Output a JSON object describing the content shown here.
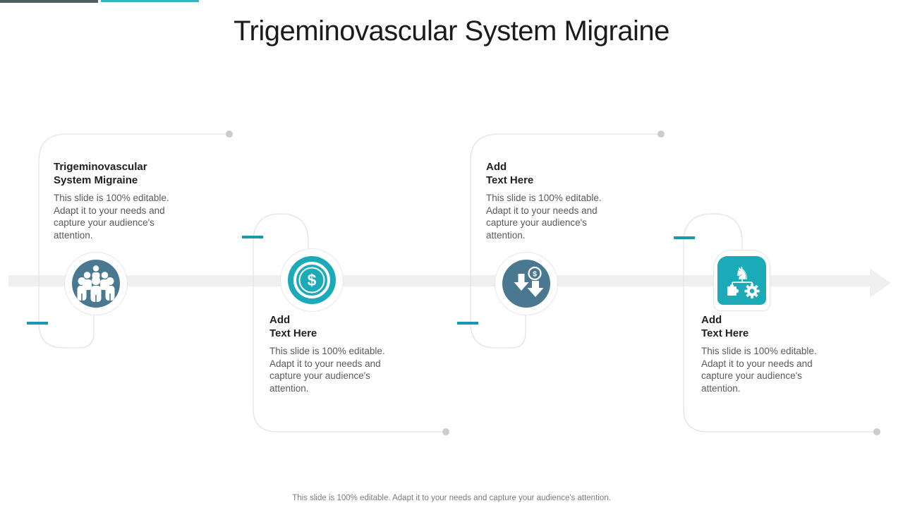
{
  "slide": {
    "title": "Trigeminovascular System Migraine",
    "footer": "This slide is 100% editable. Adapt it to your needs and capture your audience's attention.",
    "milestones": [
      {
        "heading1": "Trigeminovascular",
        "heading2": "System Migraine",
        "body": "This slide is 100% editable. Adapt it to your needs and capture your audience's attention.",
        "icon": "people-group-icon",
        "placement": "above-timeline"
      },
      {
        "heading1": "Add",
        "heading2": "Text Here",
        "body": "This slide is 100% editable. Adapt it to your needs and capture your audience's attention.",
        "icon": "dollar-coin-icon",
        "placement": "below-timeline"
      },
      {
        "heading1": "Add",
        "heading2": "Text Here",
        "body": "This slide is 100% editable. Adapt it to your needs and capture your audience's attention.",
        "icon": "cost-reduction-arrows-icon",
        "placement": "above-timeline"
      },
      {
        "heading1": "Add",
        "heading2": "Text Here",
        "body": "This slide is 100% editable. Adapt it to your needs and capture your audience's attention.",
        "icon": "strategy-chess-icon",
        "placement": "below-timeline"
      }
    ],
    "colors": {
      "teal": "#1BAAB8",
      "slate": "#4A7891",
      "dash_teal": "#1B98AB",
      "bar_dark": "#4F5D64",
      "bar_teal": "#33B5C3",
      "timeline_gray": "#efefef",
      "path_gray": "#e3e3e3"
    }
  }
}
